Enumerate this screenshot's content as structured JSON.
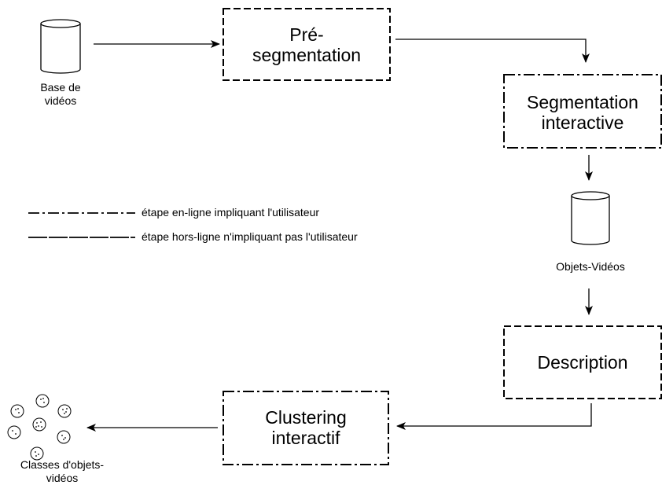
{
  "nodes": {
    "base_videos": {
      "label_line1": "Base de",
      "label_line2": "vidéos"
    },
    "pre_segmentation": {
      "line1": "Pré-",
      "line2": "segmentation",
      "style": "dashed"
    },
    "segmentation_interactive": {
      "line1": "Segmentation",
      "line2": "interactive",
      "style": "dash-dot"
    },
    "objets_videos": {
      "label": "Objets-Vidéos"
    },
    "description": {
      "line1": "Description",
      "style": "dashed"
    },
    "clustering_interactif": {
      "line1": "Clustering",
      "line2": "interactif",
      "style": "dash-dot"
    },
    "classes": {
      "label_line1": "Classes d'objets-",
      "label_line2": "vidéos"
    }
  },
  "legend": [
    {
      "style": "dash-dot",
      "text": "étape en-ligne impliquant l'utilisateur"
    },
    {
      "style": "dashed",
      "text": "étape hors-ligne n'impliquant pas l'utilisateur"
    }
  ],
  "colors": {
    "stroke": "#000000",
    "background": "#ffffff"
  }
}
